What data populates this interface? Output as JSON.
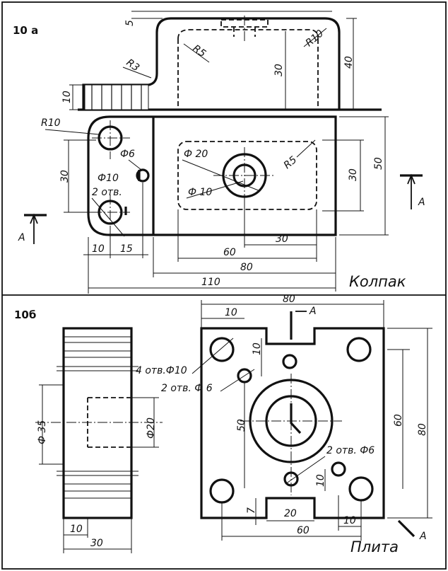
{
  "panel_a": {
    "number": "10 а",
    "title": "Колпак",
    "dims": {
      "d5": "5",
      "r10_top": "R10",
      "r3": "R3",
      "r5_top": "R5",
      "d40": "40",
      "d30_top": "30",
      "d10_left": "10",
      "r10_side": "R10",
      "d30_left": "30",
      "phi6": "Ф6",
      "phi10": "Ф10",
      "holes": "2 отв.",
      "phi20": "Ф 20",
      "phi10_center": "Ф 10",
      "r5_inner": "R5",
      "d30_right": "30",
      "d50": "50",
      "d10_bottom": "10",
      "d15": "15",
      "d60": "60",
      "d30_bottom": "30",
      "d80": "80",
      "d110": "110"
    },
    "section": "А"
  },
  "panel_b": {
    "number": "10б",
    "title": "Плита",
    "dims": {
      "d80_top": "80",
      "d10_top": "10",
      "d10_vert": "10",
      "holes4": "4 отв.Ф10",
      "holes2": "2 отв. Ф 6",
      "phi35": "Ф 35",
      "phi20": "Ф20",
      "d50": "50",
      "d60": "60",
      "d80_right": "80",
      "holes2b": "2 отв. Ф6",
      "d10_right": "10",
      "d7": "7",
      "d20": "20",
      "d10_bottom_right": "10",
      "d60_bottom": "60",
      "d10_left": "10",
      "d30": "30"
    },
    "section": "А"
  }
}
